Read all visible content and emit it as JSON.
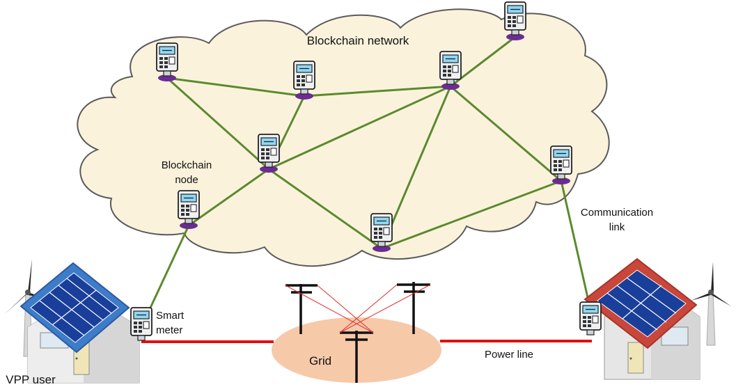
{
  "labels": {
    "network": "Blockchain network",
    "node_line1": "Blockchain",
    "node_line2": "node",
    "comm_line1": "Communication",
    "comm_line2": "link",
    "smart_line1": "Smart",
    "smart_line2": "meter",
    "grid": "Grid",
    "power_line": "Power line",
    "vpp_user": "VPP user"
  },
  "colors": {
    "cloud_fill": "#fbf2dc",
    "cloud_stroke": "#5a5a5a",
    "comm_link": "#5b8a2e",
    "power_line": "#e01010",
    "grid_ellipse": "#f6c9a9",
    "node_base": "#6a2c91",
    "meter_screen": "#8fd8f4",
    "panel_blue": "#1a3f9a",
    "roof_left": "#3d7cc9",
    "roof_right": "#c9473a",
    "wall": "#e6e6e6",
    "tower_wire": "#e03030"
  },
  "icons": [
    "smart-meter-icon",
    "wind-turbine-icon",
    "solar-panel-icon",
    "house-icon",
    "utility-pole-icon"
  ]
}
